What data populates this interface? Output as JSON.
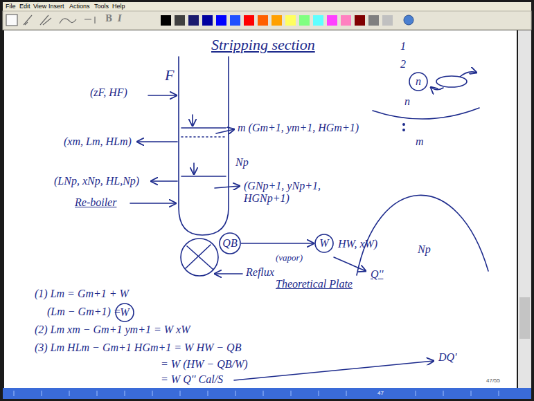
{
  "diagram": {
    "title": "Stripping section",
    "nodes": [
      {
        "text": [
          "n"
        ]
      },
      {
        "text": [
          "QB"
        ]
      },
      {
        "text": [
          "W"
        ]
      },
      {
        "text": [
          "W"
        ]
      }
    ],
    "edges": [
      {
        "from": 1,
        "to": 2,
        "arrow": "to"
      }
    ],
    "labels": [
      "File",
      "Edit",
      "View",
      "Insert",
      "Actions",
      "Tools",
      "Help",
      "B",
      "I",
      "1",
      "2",
      "n",
      "m",
      "Np",
      "F",
      "(zF, HF)",
      "m (Gm+1, ym+1, HGm+1)",
      "(xm, Lm, HLm)",
      "Np",
      "(LNp, xNp, HL,Np)",
      "(GNp+1, yNp+1, HGNp+1)",
      "Re-boiler",
      "HW, xW)",
      "(vapor)",
      "Reflux",
      "Theoretical Plate",
      "Q''",
      "(1) Lm = Gm+1 + W",
      "(Lm − Gm+1) =",
      "(2) Lm xm − Gm+1 ym+1 = W xW",
      "(3) Lm HLm − Gm+1 HGm+1 = W HW − QB",
      "= W (HW − QB/W)",
      "= W Q'' Cal/S",
      "DQ'",
      "47/55",
      "47"
    ]
  }
}
